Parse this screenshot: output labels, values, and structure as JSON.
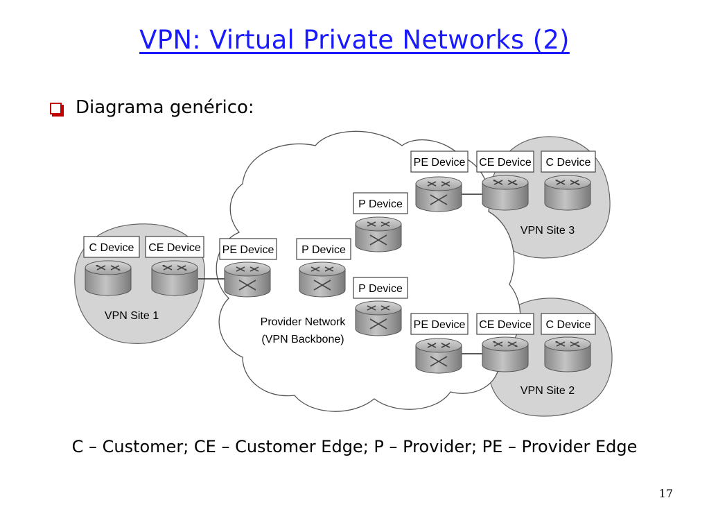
{
  "slide": {
    "title": "VPN: Virtual Private Networks (2)",
    "bullet": "Diagrama genérico:",
    "caption": "C – Customer; CE – Customer Edge; P – Provider; PE – Provider Edge",
    "page_number": "17"
  },
  "diagram": {
    "cloud_label_line1": "Provider Network",
    "cloud_label_line2": "(VPN Backbone)",
    "site1": {
      "label": "VPN Site 1",
      "c_device": "C Device",
      "ce_device": "CE Device"
    },
    "site2": {
      "label": "VPN Site 2",
      "c_device": "C Device",
      "ce_device": "CE Device",
      "pe_device": "PE Device"
    },
    "site3": {
      "label": "VPN Site 3",
      "c_device": "C Device",
      "ce_device": "CE Device",
      "pe_device": "PE Device"
    },
    "backbone": {
      "pe_left": "PE Device",
      "p_center": "P Device",
      "p_top": "P Device",
      "p_bottom": "P Device"
    }
  },
  "colors": {
    "title": "#1a1aff",
    "bullet": "#c00000",
    "site_fill": "#d4d4d4",
    "router": "#a8a8a8"
  }
}
